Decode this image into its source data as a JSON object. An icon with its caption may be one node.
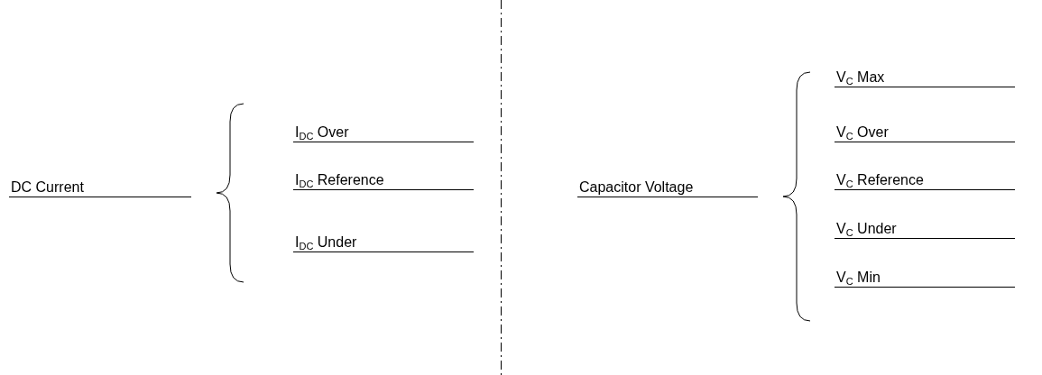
{
  "diagram": {
    "labels": [
      "DC Current",
      "I$_{DC}$ Over",
      "I$_{DC}$ Reference",
      "I$_{DC}$ Under",
      "Capacitor Voltage",
      "V$_{C}$ Max",
      "V$_{C}$ Over",
      "V$_{C}$ Reference",
      "V$_{C}$ Under",
      "V$_{C}$ Min"
    ]
  }
}
